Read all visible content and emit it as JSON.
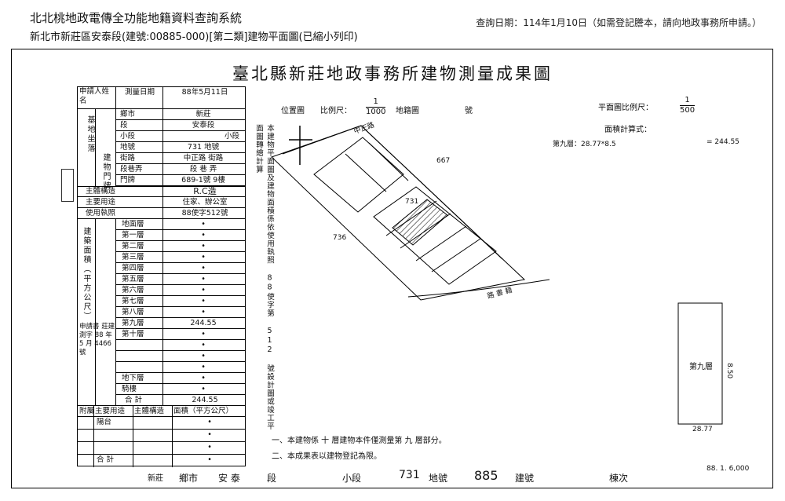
{
  "header": {
    "system_title": "北北桃地政電傳全功能地籍資料查詢系統",
    "subtitle": "新北市新莊區安泰段(建號:00885-000)[第二類]建物平面圖(已縮小列印)",
    "query_date": "查詢日期：114年1月10日（如需登記謄本，請向地政事務所申請。）"
  },
  "document": {
    "title": "臺北縣新莊地政事務所建物測量成果圖"
  },
  "table": {
    "col_applicant": "申請人姓名",
    "applicant_label": "測量日期",
    "survey_date": "88年5月11日",
    "location_labels": [
      "基地坐落",
      "建物門牌"
    ],
    "rows": [
      {
        "label": "鄉市",
        "value": "新莊"
      },
      {
        "label": "段",
        "value": "安泰段"
      },
      {
        "label": "小段",
        "value": "小段"
      },
      {
        "label": "地號",
        "value": "731 地號"
      },
      {
        "label": "街路",
        "value": "中正路 街路"
      },
      {
        "label": "段巷弄",
        "value": "段 巷 弄"
      },
      {
        "label": "門牌",
        "value": "689-1號 9樓"
      }
    ],
    "structure_label": "主體構造",
    "structure_value": "R.C造",
    "usage_label": "主要用途",
    "usage_value": "住家、辦公室",
    "license_label": "使用執照",
    "license_value": "88使字512號",
    "area_side_label": "建築面積（平方公尺）",
    "floors": [
      {
        "label": "地面層",
        "value": "•"
      },
      {
        "label": "第一層",
        "value": "•"
      },
      {
        "label": "第二層",
        "value": "•"
      },
      {
        "label": "第三層",
        "value": "•"
      },
      {
        "label": "第四層",
        "value": "•"
      },
      {
        "label": "第五層",
        "value": "•"
      },
      {
        "label": "第六層",
        "value": "•"
      },
      {
        "label": "第七層",
        "value": "•"
      },
      {
        "label": "第八層",
        "value": "•"
      },
      {
        "label": "第九層",
        "value": "244.55"
      },
      {
        "label": "第十層",
        "value": "•"
      },
      {
        "label": "",
        "value": "•"
      },
      {
        "label": "",
        "value": "•"
      },
      {
        "label": "",
        "value": "•"
      },
      {
        "label": "地下層",
        "value": "•"
      },
      {
        "label": "騎樓",
        "value": "•"
      }
    ],
    "total_label": "合 計",
    "total_value": "244.55",
    "application_side": "申請書 莊建測字 88 年 5 月 4466 號",
    "attach_header": [
      "附屬建物",
      "主要用途",
      "主體構造",
      "面積（平方公尺）"
    ],
    "attach_rows": [
      {
        "use": "陽台",
        "value": "•"
      },
      {
        "use": "",
        "value": "•"
      },
      {
        "use": "",
        "value": "•"
      },
      {
        "use": "合 計",
        "value": "•"
      }
    ]
  },
  "plan": {
    "location_map_label": "位置圖",
    "scale_label": "比例尺：",
    "location_scale_num": "1",
    "location_scale_den": "1000",
    "map_sheet": "地籍圖",
    "map_no": "號",
    "floor_plan_scale_label": "平面圖比例尺：",
    "floor_plan_scale_num": "1",
    "floor_plan_scale_den": "500",
    "area_calc_label": "面積計算式：",
    "calc_line_left": "第九層：28.77*8.5",
    "calc_line_right": "= 244.55",
    "road_top": "中正路",
    "road_bottom": "路 書 籍",
    "parcel_no_1": "731",
    "parcel_no_2": "667",
    "parcel_no_3": "736",
    "vertical_note": "本建物平面圖及建物面積係依使用執照 88使字第 512 號設計圖或竣工平面圖轉繪計算",
    "floor_label": "第九層",
    "floor_dim": "8.50",
    "floor_dim2": "28.77"
  },
  "notes": [
    "一、本建物係 十 層建物本件僅測量第 九 層部分。",
    "二、本成果表以建物登記為限。"
  ],
  "footer": {
    "city": "新莊",
    "city_suffix": "鄉市",
    "section": "安 泰",
    "section_suffix": "段",
    "subsection_suffix": "小段",
    "land_no": "731",
    "land_suffix": "地號",
    "bldg_no": "885",
    "bldg_suffix": "建號",
    "floor_suffix": "棟次",
    "print_info": "88. 1. 6,000"
  }
}
